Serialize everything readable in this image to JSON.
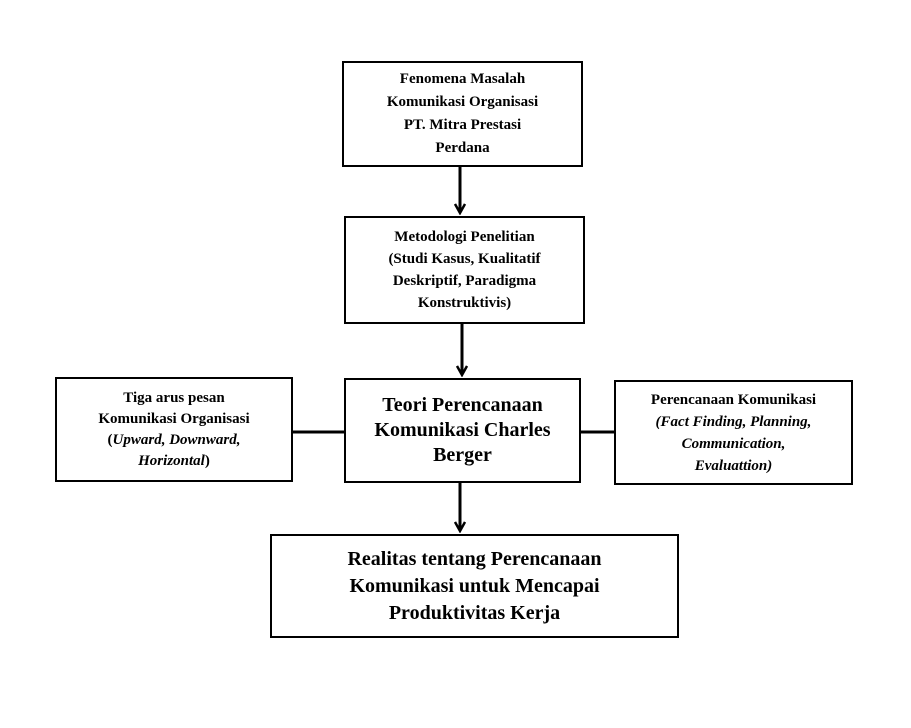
{
  "diagram": {
    "fenomena": {
      "lines": [
        "Fenomena Masalah",
        "Komunikasi Organisasi",
        "PT. Mitra Prestasi",
        "Perdana"
      ]
    },
    "metodologi": {
      "lines": [
        "Metodologi Penelitian",
        "(Studi Kasus, Kualitatif",
        "Deskriptif, Paradigma",
        "Konstruktivis)"
      ]
    },
    "teori": {
      "lines": [
        "Teori Perencanaan",
        "Komunikasi Charles",
        "Berger"
      ]
    },
    "tiga_arus": {
      "line1": "Tiga arus pesan",
      "line2": "Komunikasi Organisasi",
      "line3_open": "(",
      "line3_italic": "Upward, Downward,",
      "line4_italic": "Horizontal",
      "line4_close": ")"
    },
    "perencanaan_komunikasi": {
      "line1": "Perencanaan Komunikasi",
      "line2_italic": "(Fact Finding, Planning,",
      "line3_italic": "Communication,",
      "line4_italic": "Evaluattion)"
    },
    "realitas": {
      "lines": [
        "Realitas tentang Perencanaan",
        "Komunikasi untuk Mencapai",
        "Produktivitas Kerja"
      ]
    }
  }
}
